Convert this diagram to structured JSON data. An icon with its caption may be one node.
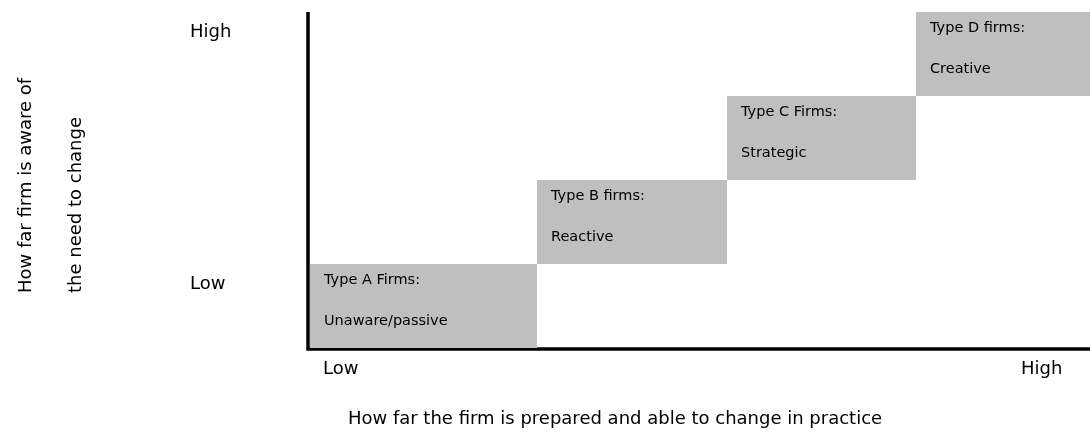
{
  "diagram": {
    "nodes": [
      {
        "text": [
          "Type A Firms:",
          "Unaware/passive"
        ]
      },
      {
        "text": [
          "Type B firms:",
          "Reactive"
        ]
      },
      {
        "text": [
          "Type C Firms:",
          "Strategic"
        ]
      },
      {
        "text": [
          "Type D firms:",
          "Creative"
        ]
      }
    ],
    "labels": [
      "How far firm is aware of the need to change",
      "High",
      "Low",
      "Low",
      "High",
      "How far the firm is prepared and able to change in practice"
    ]
  }
}
